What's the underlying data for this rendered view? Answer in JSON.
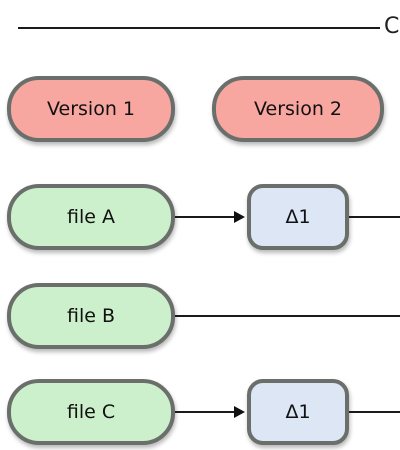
{
  "timeline": {
    "label": "C"
  },
  "versions": [
    {
      "label": "Version 1"
    },
    {
      "label": "Version 2"
    }
  ],
  "files": [
    {
      "label": "file A",
      "v2": "Δ1"
    },
    {
      "label": "file B",
      "v2": ""
    },
    {
      "label": "file C",
      "v2": "Δ1"
    }
  ],
  "colors": {
    "version_fill": "#f8a6a0",
    "file_fill": "#cdf0cc",
    "delta_fill": "#dde6f4",
    "border": "#6b6f6b"
  }
}
